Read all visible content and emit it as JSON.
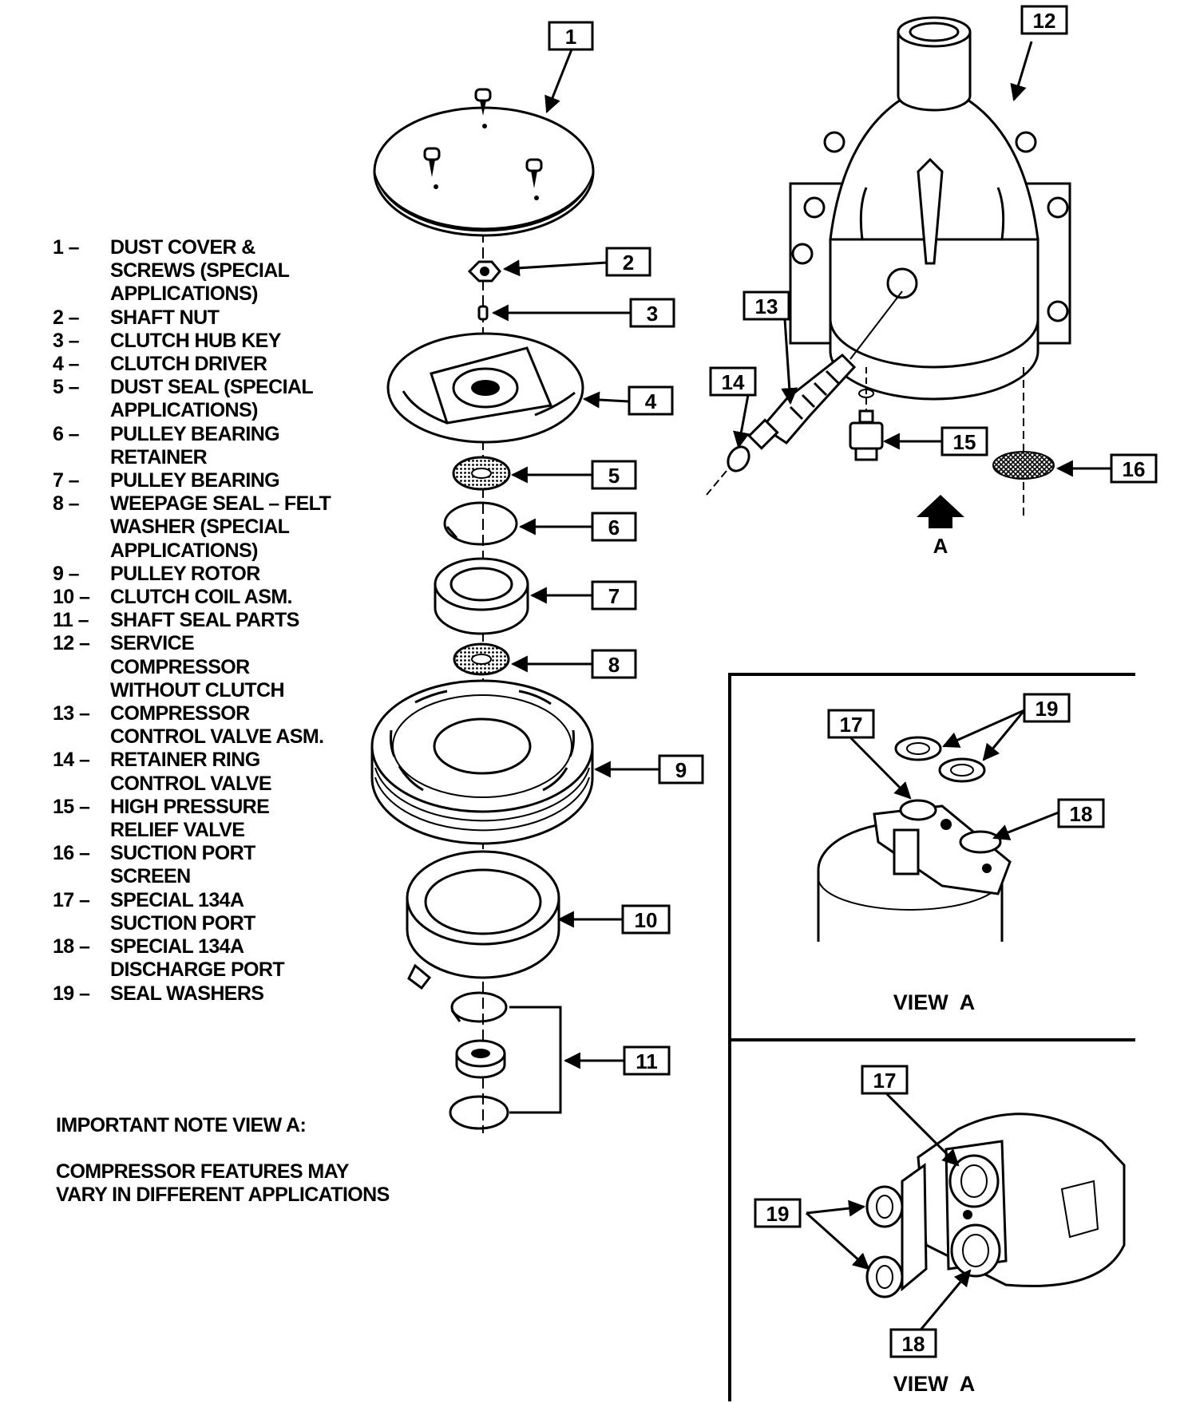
{
  "legend": [
    {
      "num": "1 –",
      "lines": [
        "DUST COVER &",
        "SCREWS (SPECIAL",
        "APPLICATIONS)"
      ]
    },
    {
      "num": "2 –",
      "lines": [
        "SHAFT NUT"
      ]
    },
    {
      "num": "3 –",
      "lines": [
        "CLUTCH HUB KEY"
      ]
    },
    {
      "num": "4 –",
      "lines": [
        "CLUTCH DRIVER"
      ]
    },
    {
      "num": "5 –",
      "lines": [
        "DUST SEAL (SPECIAL",
        "APPLICATIONS)"
      ]
    },
    {
      "num": "6 –",
      "lines": [
        "PULLEY BEARING",
        "RETAINER"
      ]
    },
    {
      "num": "7 –",
      "lines": [
        "PULLEY BEARING"
      ]
    },
    {
      "num": "8 –",
      "lines": [
        "WEEPAGE SEAL – FELT",
        "WASHER (SPECIAL",
        "APPLICATIONS)"
      ]
    },
    {
      "num": "9 –",
      "lines": [
        "PULLEY ROTOR"
      ]
    },
    {
      "num": "10 –",
      "lines": [
        "CLUTCH COIL ASM."
      ]
    },
    {
      "num": "11 –",
      "lines": [
        "SHAFT SEAL PARTS"
      ]
    },
    {
      "num": "12 –",
      "lines": [
        "SERVICE",
        "COMPRESSOR",
        "WITHOUT CLUTCH"
      ]
    },
    {
      "num": "13 –",
      "lines": [
        "COMPRESSOR",
        "CONTROL VALVE ASM."
      ]
    },
    {
      "num": "14 –",
      "lines": [
        "RETAINER RING",
        "CONTROL VALVE"
      ]
    },
    {
      "num": "15 –",
      "lines": [
        "HIGH PRESSURE",
        "RELIEF VALVE"
      ]
    },
    {
      "num": "16 –",
      "lines": [
        "SUCTION PORT",
        "SCREEN"
      ]
    },
    {
      "num": "17 –",
      "lines": [
        "SPECIAL 134A",
        "SUCTION PORT"
      ]
    },
    {
      "num": "18 –",
      "lines": [
        "SPECIAL 134A",
        "DISCHARGE PORT"
      ]
    },
    {
      "num": "19 –",
      "lines": [
        "SEAL WASHERS"
      ]
    }
  ],
  "note": {
    "title": "IMPORTANT NOTE VIEW A:",
    "body_lines": [
      "COMPRESSOR FEATURES MAY",
      "VARY IN DIFFERENT APPLICATIONS"
    ]
  },
  "callouts": [
    "1",
    "2",
    "3",
    "4",
    "5",
    "6",
    "7",
    "8",
    "9",
    "10",
    "11",
    "12",
    "13",
    "14",
    "15",
    "16",
    "17",
    "19",
    "18",
    "17",
    "19",
    "18"
  ],
  "view_arrow_label": "A",
  "view_labels": [
    "VIEW  A",
    "VIEW  A"
  ]
}
